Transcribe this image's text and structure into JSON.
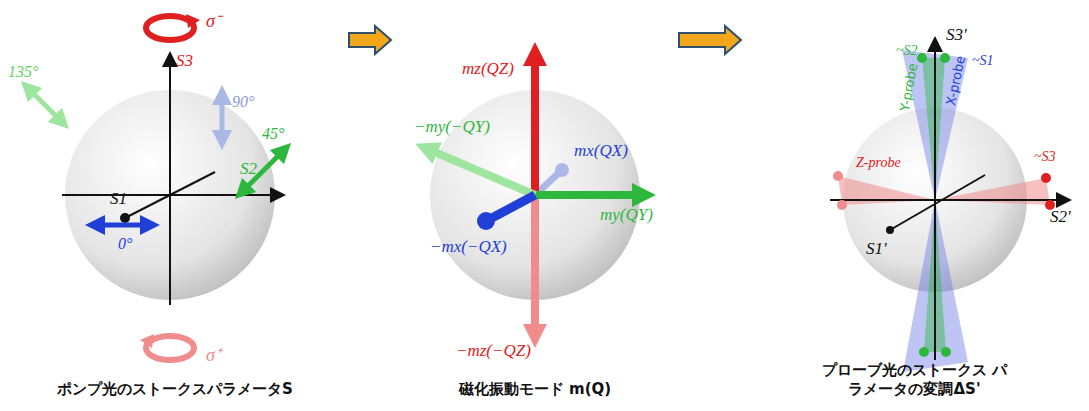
{
  "diagram": {
    "nodes": [
      {
        "text": [
          "ポンプ光のストークスパラメータS"
        ]
      },
      {
        "text": [
          "磁化振動モード m(Q)"
        ]
      },
      {
        "text": [
          "プローブ光のストークス パラメータの変調ΔS'"
        ]
      }
    ],
    "edges": [
      {
        "from": 0,
        "to": 1,
        "arrow": "to"
      },
      {
        "from": 1,
        "to": 2,
        "arrow": "to"
      }
    ],
    "labels": [
      "σ⁻",
      "S3",
      "135°",
      "90°",
      "45°",
      "S2",
      "S1",
      "0°",
      "σ⁺",
      "mz(QZ)",
      "mx(QX)",
      "−my(−QY)",
      "my(QY)",
      "−mx(−QX)",
      "−mz(−QZ)",
      "S3'",
      "~S2",
      "~S1",
      "Y-probe",
      "X-probe",
      "Z-probe",
      "~S3",
      "S2'",
      "S1'"
    ]
  }
}
